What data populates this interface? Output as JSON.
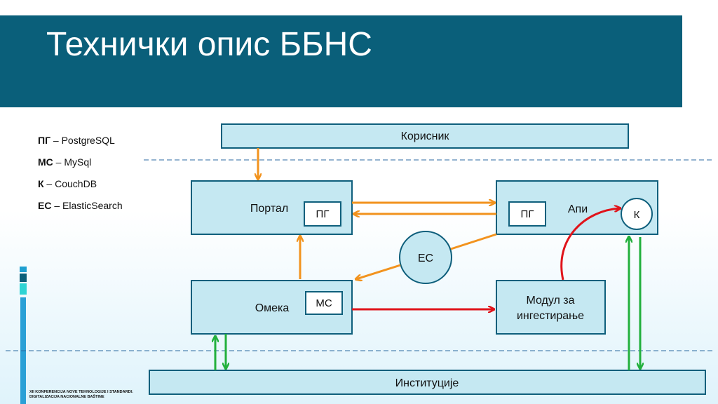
{
  "slide": {
    "title": "Технички опис ББНС",
    "footer": [
      "XII KONFERENCIJA NOVE TEHNOLOGIJE I STANDARDI:",
      "DIGITALIZACIJA NACIONALNE BAŠTINE"
    ]
  },
  "legend": [
    {
      "abbr": "ПГ",
      "desc": " – PostgreSQL"
    },
    {
      "abbr": "МС",
      "desc": " – MySql"
    },
    {
      "abbr": "К",
      "desc": " – CouchDB"
    },
    {
      "abbr": "ЕС",
      "desc": " – ElasticSearch"
    }
  ],
  "diagram": {
    "user": "Корисник",
    "portal": "Портал",
    "portal_db": "ПГ",
    "api": "Апи",
    "api_db": "ПГ",
    "api_couch": "К",
    "elastic": "ЕС",
    "omeka": "Омека",
    "omeka_db": "МС",
    "ingest_line1": "Модул за",
    "ingest_line2": "ингестирање",
    "institutions": "Институције"
  },
  "colors": {
    "title_bar": "#0a5f7a",
    "box_fill": "#c5e8f2",
    "box_stroke": "#0f5f7c",
    "orange_arrow": "#f2931e",
    "red_arrow": "#e0141b",
    "green_arrow": "#22b03c"
  }
}
